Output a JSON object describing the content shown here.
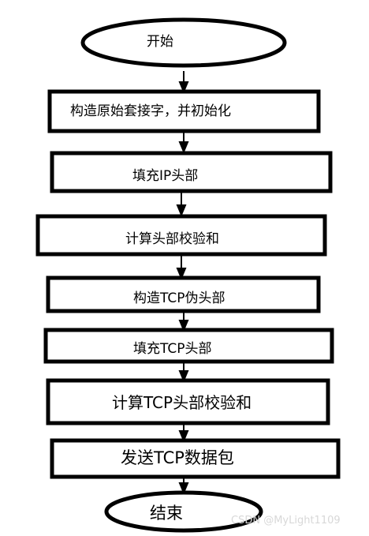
{
  "flowchart": {
    "start": "开始",
    "steps": [
      "构造原始套接字，并初始化",
      "填充IP头部",
      "计算头部校验和",
      "构造TCP伪头部",
      "填充TCP头部",
      "计算TCP头部校验和",
      "发送TCP数据包"
    ],
    "end": "结束"
  },
  "watermark": "CSDN @MyLight1109"
}
